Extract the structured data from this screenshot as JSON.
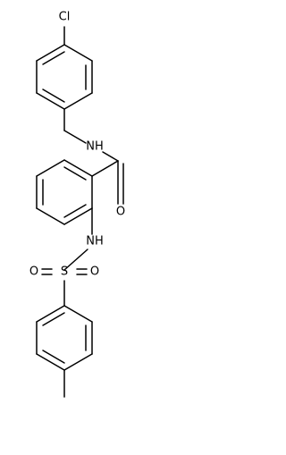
{
  "molecule": {
    "atom_labels": {
      "chlorine": "Cl",
      "amide_nitrogen": "NH",
      "amide_oxygen": "O",
      "sulfonamide_nitrogen": "NH",
      "sulfur": "S",
      "sulfonyl_oxygen_left": "O",
      "sulfonyl_oxygen_right": "O"
    }
  }
}
